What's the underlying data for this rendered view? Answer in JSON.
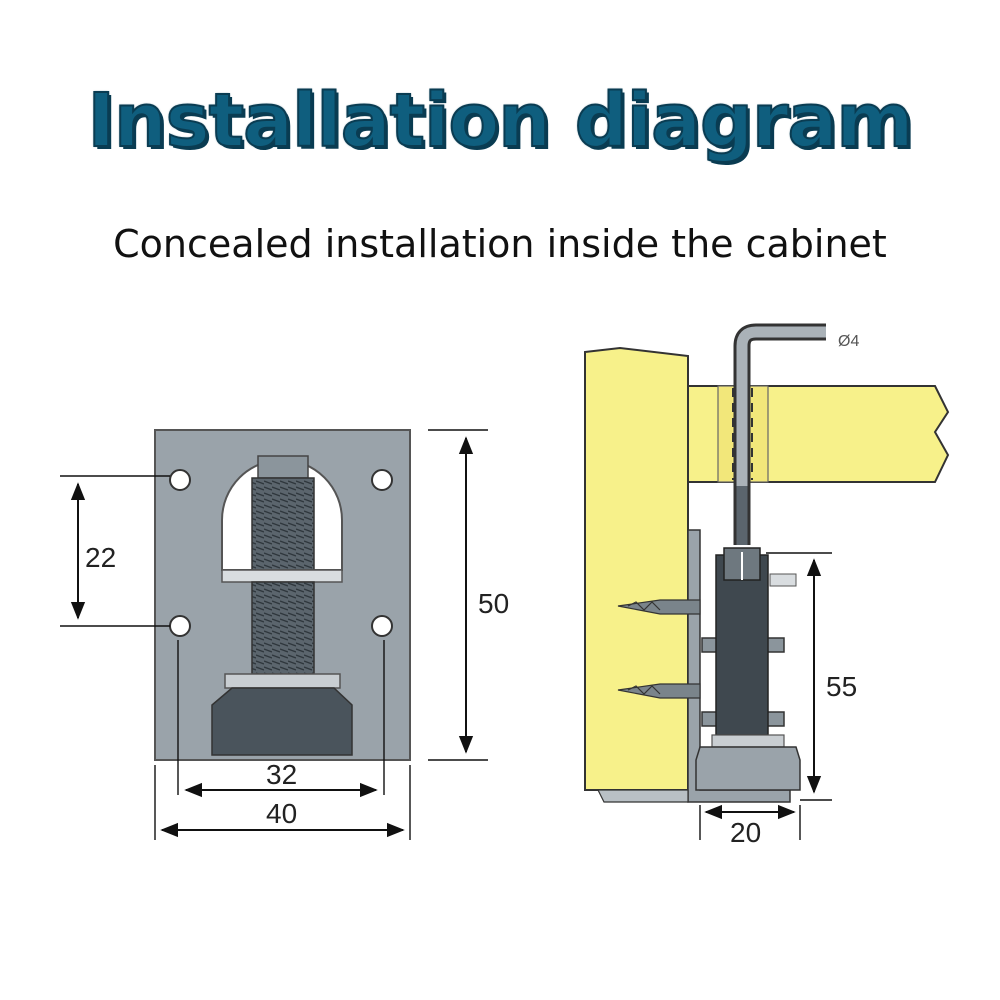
{
  "header": {
    "title": "Installation diagram",
    "subtitle": "Concealed installation inside the cabinet"
  },
  "front_view": {
    "dim_hole_spacing": "22",
    "dim_height": "50",
    "dim_inner_width": "32",
    "dim_outer_width": "40"
  },
  "side_view": {
    "dim_wrench": "Ø4",
    "dim_height": "55",
    "dim_foot_width": "20"
  },
  "colors": {
    "title": "#0f5e7e",
    "plate": "#9aa3aa",
    "wood": "#f7f18a",
    "metal_dark": "#4a545c"
  }
}
